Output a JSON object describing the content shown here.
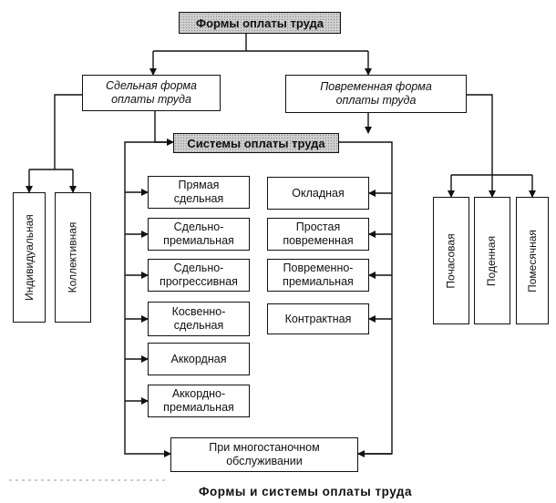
{
  "top": {
    "title": "Формы оплаты труда"
  },
  "forms": {
    "piece": "Сдельная форма оплаты труда",
    "time": "Повременная форма оплаты труда"
  },
  "systems": {
    "title": "Системы оплаты труда"
  },
  "piece_kinds": [
    "Индивидуальная",
    "Коллективная"
  ],
  "time_kinds": [
    "Почасовая",
    "Поденная",
    "Помесячная"
  ],
  "piece_systems": [
    "Прямая сдельная",
    "Сдельно-премиальная",
    "Сдельно-прогрессивная",
    "Косвенно-сдельная",
    "Аккордная",
    "Аккордно-премиальная"
  ],
  "time_systems": [
    "Окладная",
    "Простая повременная",
    "Повременно-премиальная",
    "Контрактная"
  ],
  "multi_machine": "При многостаночном обслуживании",
  "caption": "Формы и системы оплаты труда"
}
